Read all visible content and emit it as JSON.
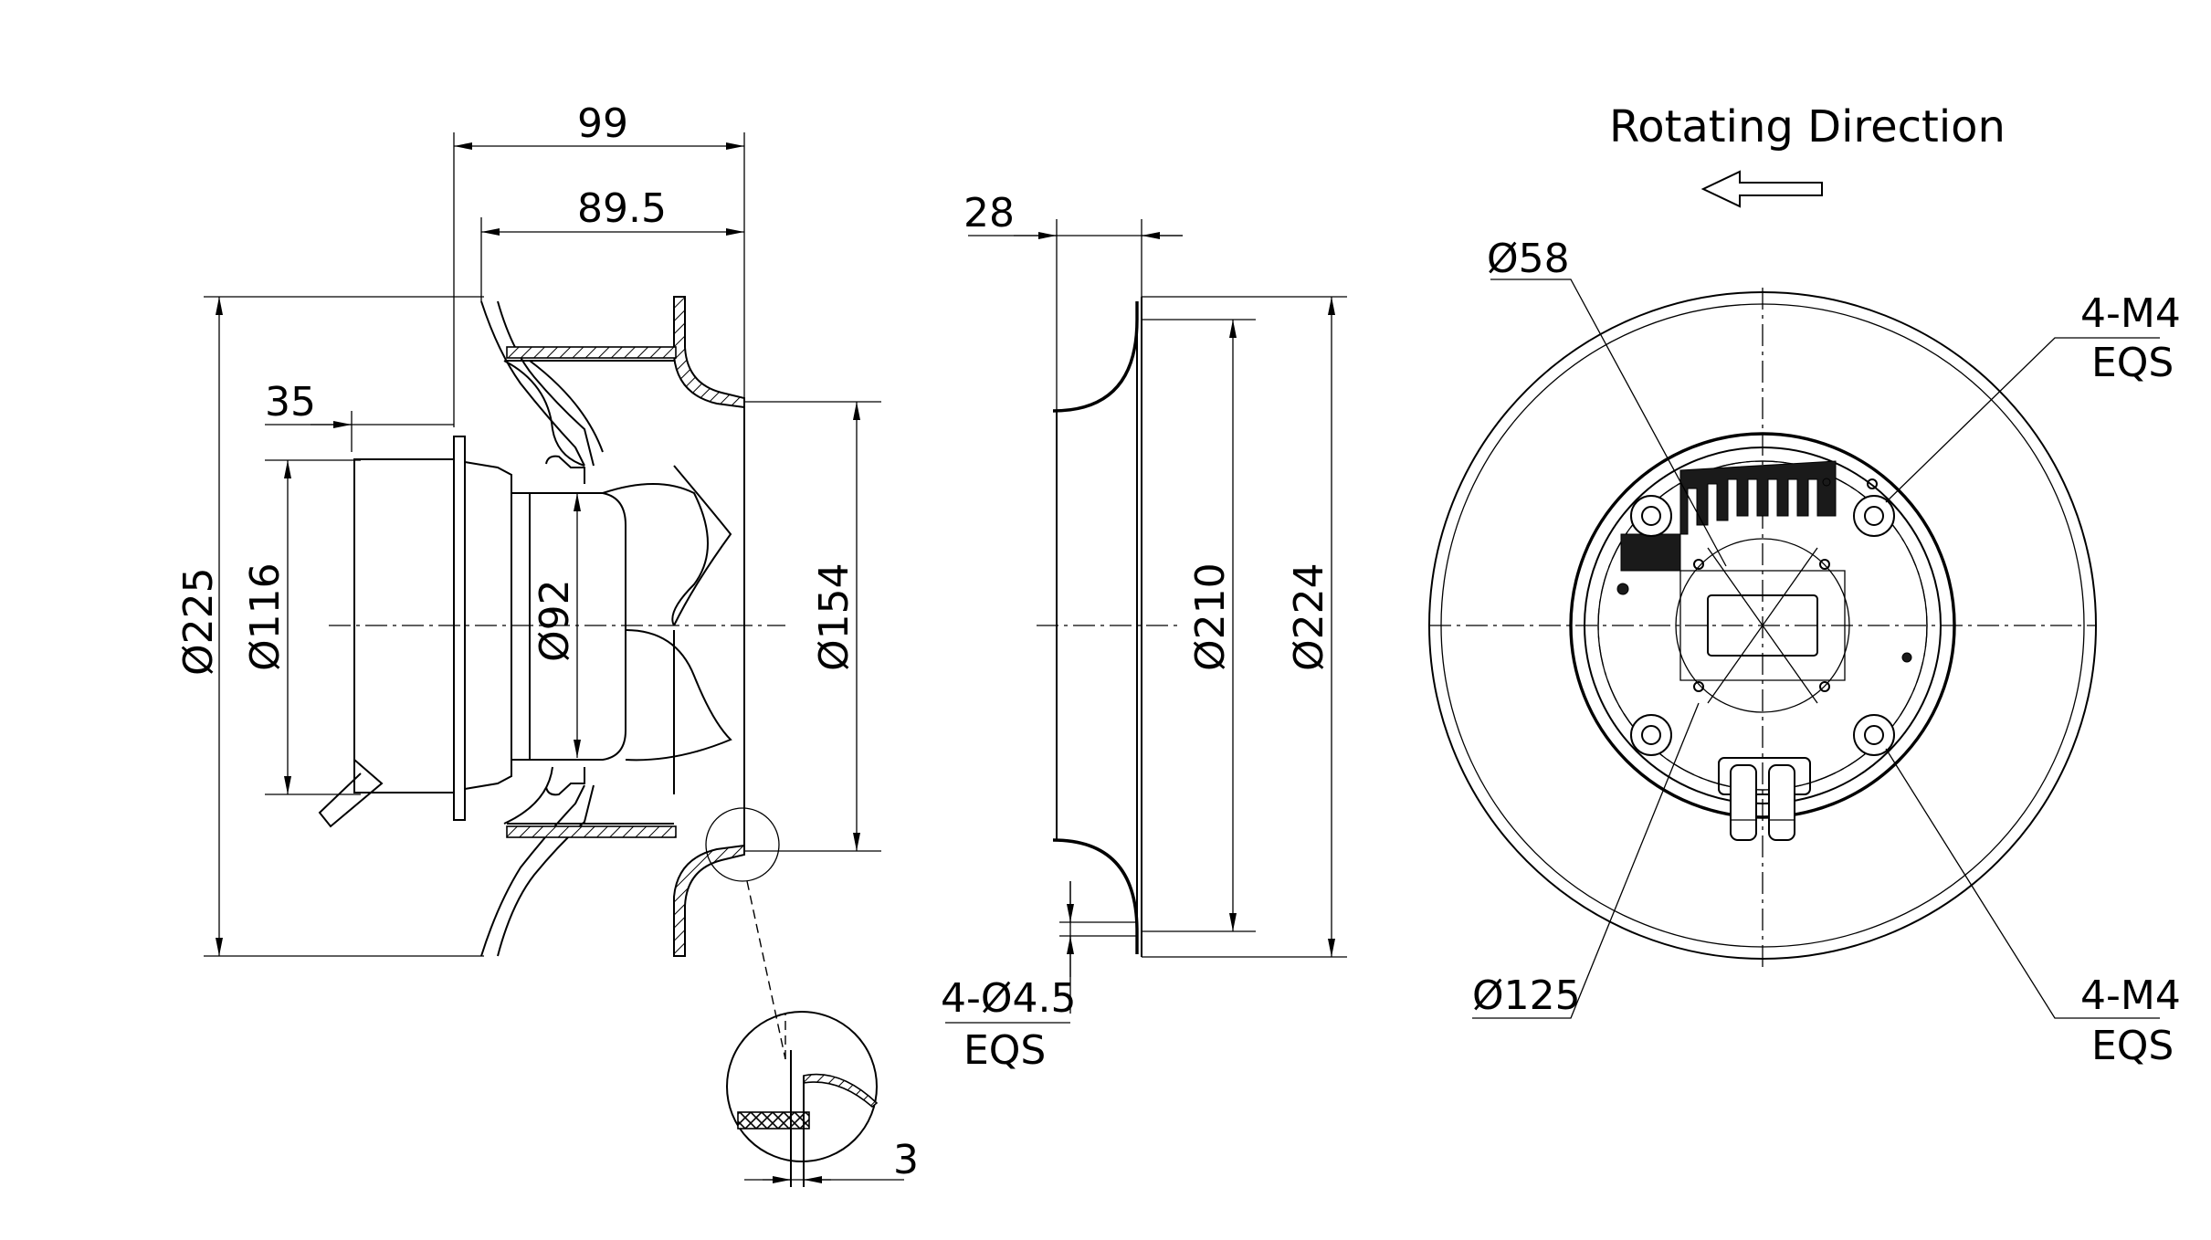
{
  "title": "Rotating Direction",
  "side_view": {
    "dims": {
      "depth_total": "99",
      "depth_impeller": "89.5",
      "motor_offset": "35",
      "impeller_diameter": "Ø225",
      "motor_diameter": "Ø116",
      "hub_diameter": "Ø92",
      "inlet_diameter": "Ø154"
    }
  },
  "detail_view": {
    "dims": {
      "thickness": "3"
    }
  },
  "nozzle_view": {
    "dims": {
      "height": "28",
      "inner_diameter": "Ø210",
      "outer_diameter": "Ø224",
      "holes": "4-Ø4.5",
      "holes_note": "EQS"
    }
  },
  "front_view": {
    "dims": {
      "center_diameter": "Ø58",
      "bolt_circle": "Ø125",
      "thread_top": "4-M4",
      "thread_top_note": "EQS",
      "thread_bottom": "4-M4",
      "thread_bottom_note": "EQS"
    }
  }
}
